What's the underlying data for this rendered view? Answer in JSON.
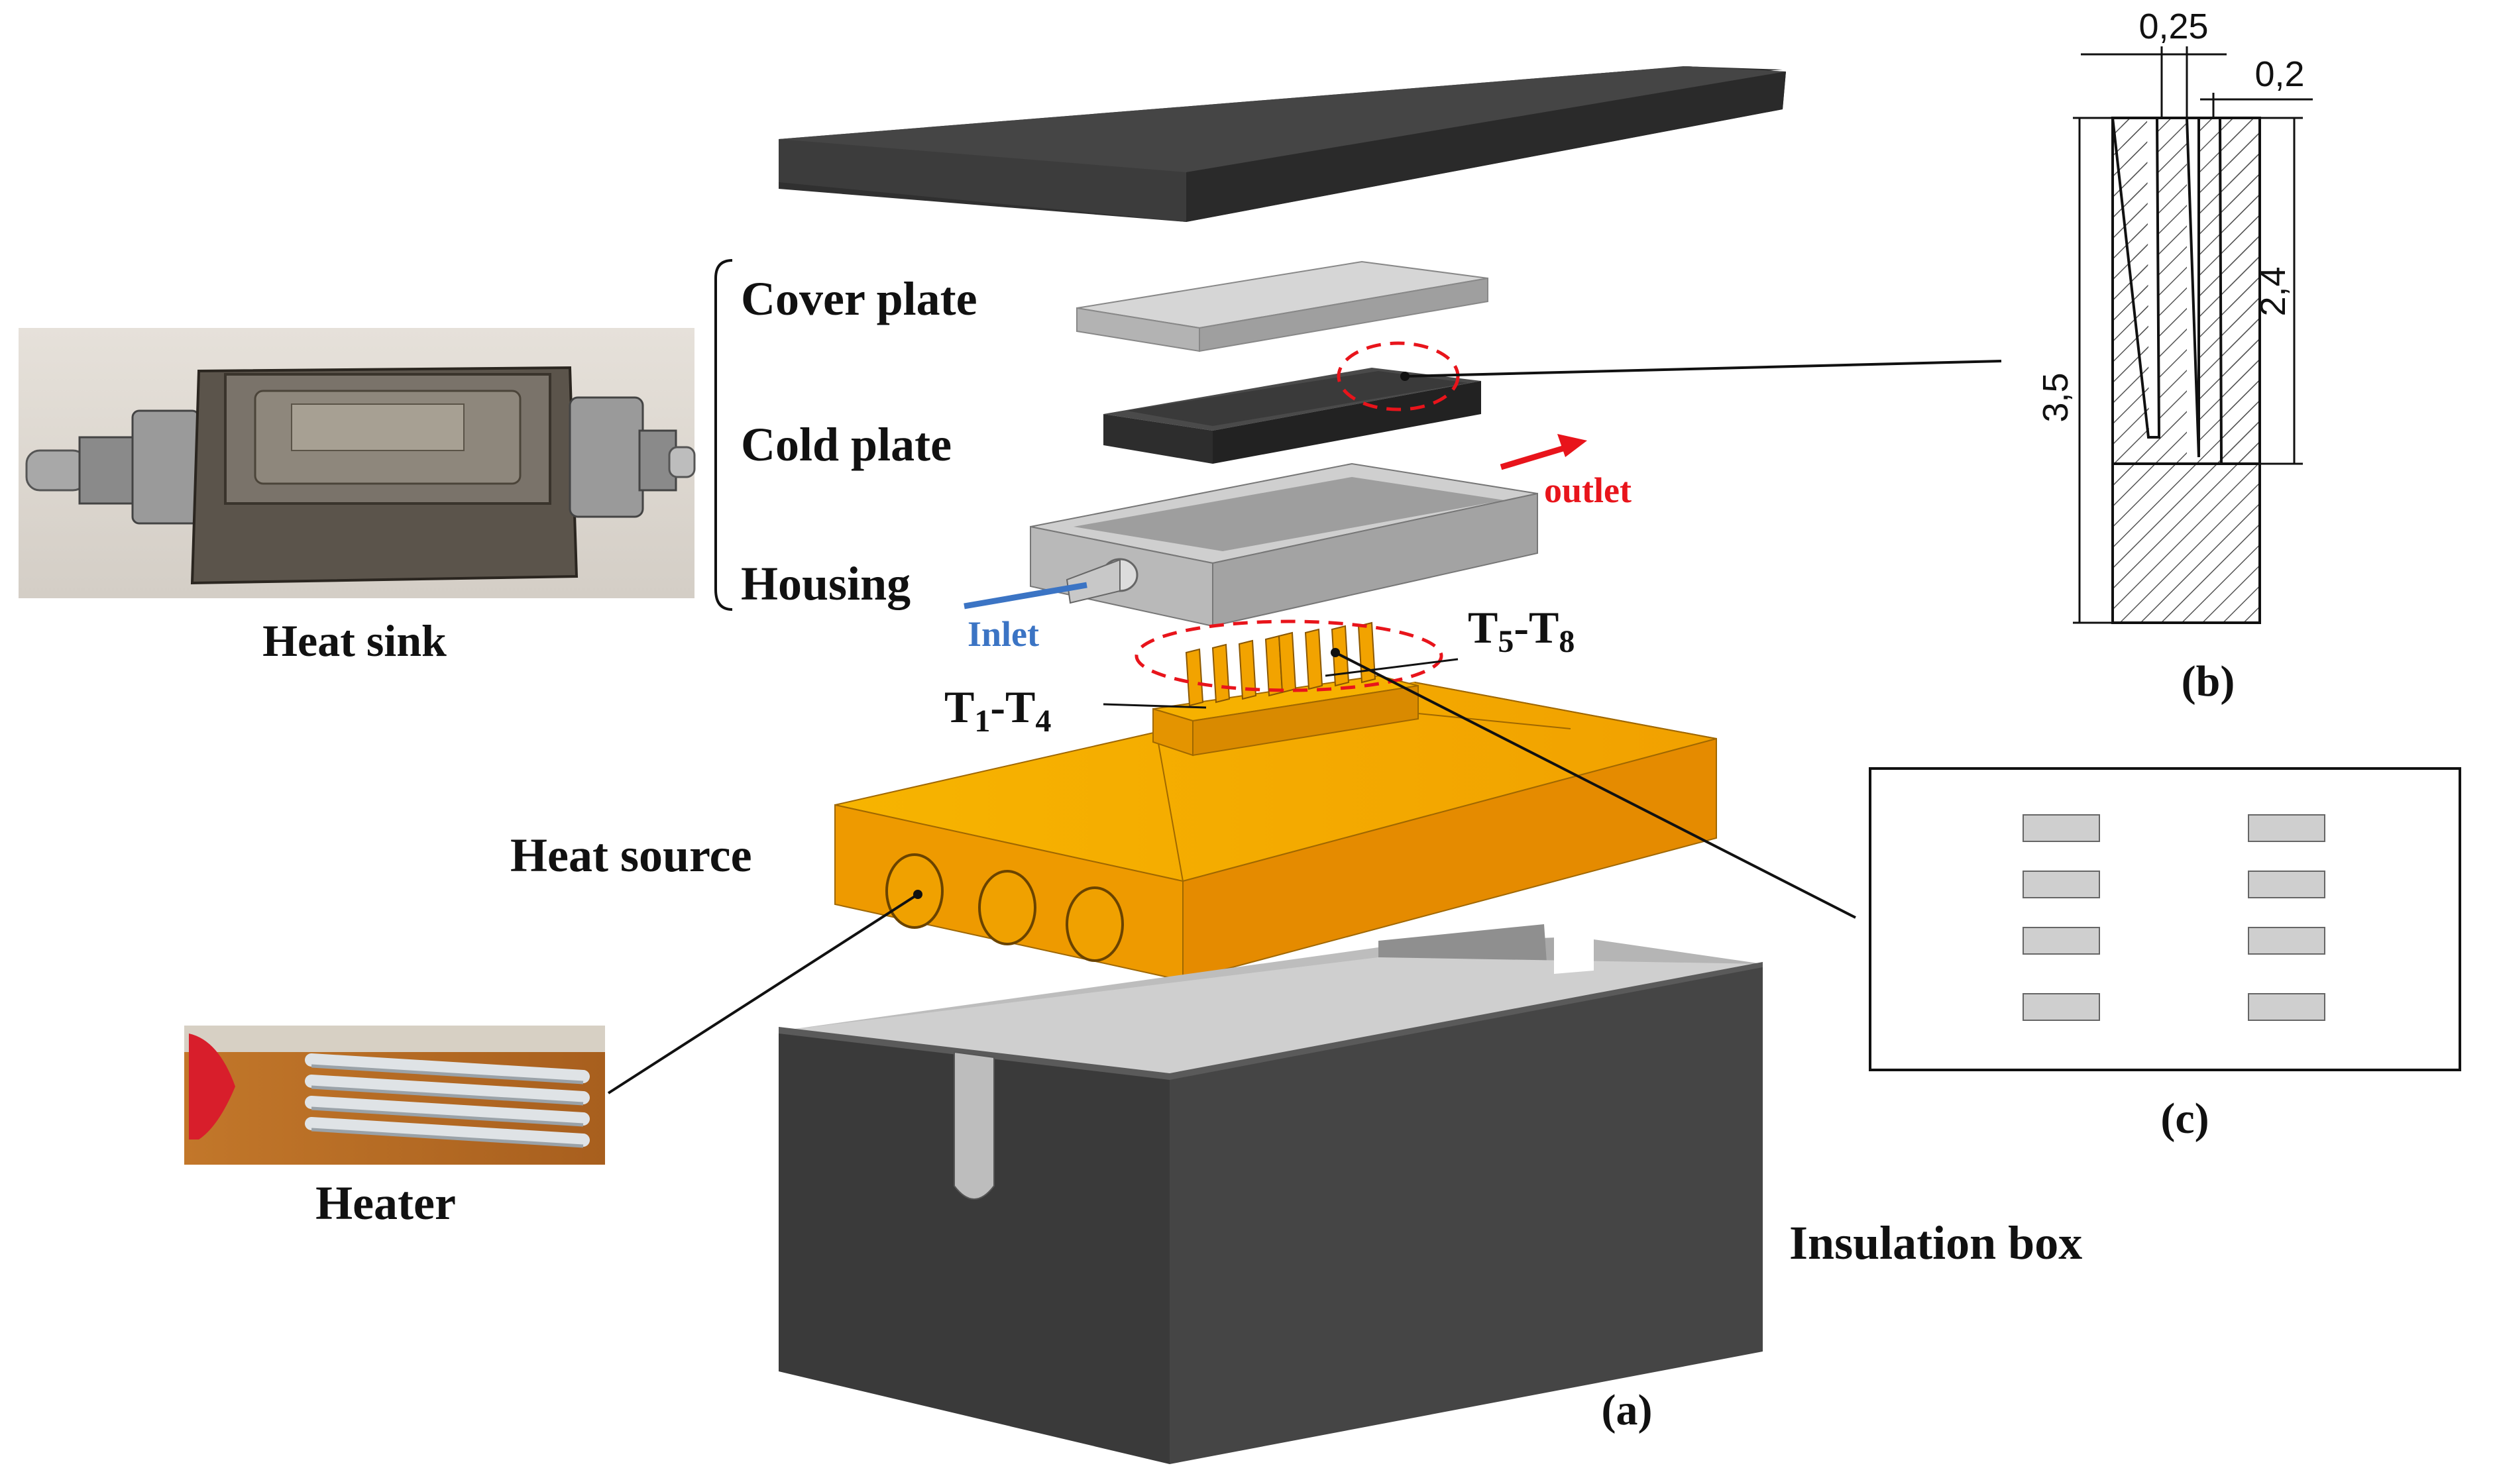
{
  "labels": {
    "heat_sink": "Heat sink",
    "cover_plate": "Cover plate",
    "cold_plate": "Cold plate",
    "housing": "Housing",
    "inlet": "Inlet",
    "outlet": "outlet",
    "t5_t8": {
      "a": "T",
      "b": "5",
      "c": "-T",
      "d": "8"
    },
    "t1_t4": {
      "a": "T",
      "b": "1",
      "c": "-T",
      "d": "4"
    },
    "heat_source": "Heat source",
    "heater": "Heater",
    "insulation_box": "Insulation box",
    "panel_a": "(a)",
    "panel_b": "(b)",
    "panel_c": "(c)"
  },
  "dimensions": {
    "fin_width": "0,25",
    "gap_width": "0,2",
    "fin_height": "2,4",
    "total_height": "3,5"
  },
  "colors": {
    "dark_part": "#3c3c3c",
    "light_gray": "#c9c9c9",
    "housing_gray": "#aeaeae",
    "heat_source": "#f5a200",
    "inlet_arrow": "#3b74c4",
    "outlet_arrow": "#e8141b",
    "callout_ellipse": "#e8141b"
  }
}
